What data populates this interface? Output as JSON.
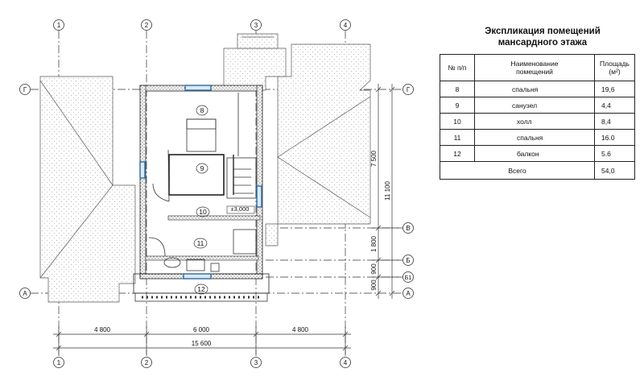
{
  "title_line1": "Экспликация помещений",
  "title_line2": "мансардного этажа",
  "table": {
    "col_num": "№ п/п",
    "col_name_line1": "Наименование",
    "col_name_line2": "помещений",
    "col_area_line1": "Площадь",
    "col_area_line2": "(м²)",
    "rows": [
      {
        "num": "8",
        "name": "спальня",
        "area": "19,6"
      },
      {
        "num": "9",
        "name": "санузел",
        "area": "4,4"
      },
      {
        "num": "10",
        "name": "холл",
        "area": "8,4"
      },
      {
        "num": "11",
        "name": "спальня",
        "area": "16.0"
      },
      {
        "num": "12",
        "name": "балкон",
        "area": "5.6"
      }
    ],
    "total_label": "Всего",
    "total_area": "54,0"
  },
  "axes": {
    "vertical": [
      "1",
      "2",
      "3",
      "4"
    ],
    "horizontal": [
      "Г",
      "В",
      "Б",
      "Б1",
      "А"
    ]
  },
  "rooms": [
    "8",
    "9",
    "10",
    "11",
    "12"
  ],
  "level_mark": "±3,000",
  "dims": {
    "bottom_spans": [
      "4 800",
      "6 000",
      "4 800"
    ],
    "bottom_total": "15 600",
    "right_top": "7 500",
    "right_total": "11 100",
    "right_mid": "1 800",
    "right_b1": "900",
    "right_a": "900"
  }
}
